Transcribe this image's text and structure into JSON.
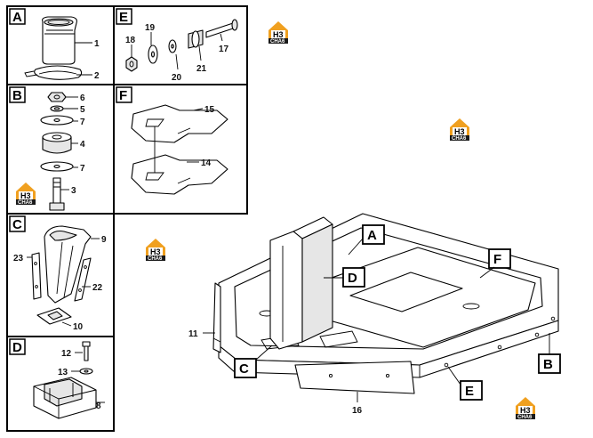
{
  "panels": [
    {
      "letter": "A",
      "callouts": [
        "1",
        "2"
      ]
    },
    {
      "letter": "B",
      "callouts": [
        "6",
        "5",
        "7",
        "4",
        "7",
        "3"
      ]
    },
    {
      "letter": "C",
      "callouts": [
        "9",
        "23",
        "22",
        "10"
      ]
    },
    {
      "letter": "D",
      "callouts": [
        "12",
        "13",
        "8"
      ]
    },
    {
      "letter": "E",
      "callouts": [
        "18",
        "19",
        "20",
        "21",
        "17"
      ]
    },
    {
      "letter": "F",
      "callouts": [
        "15",
        "14"
      ]
    }
  ],
  "main_view": {
    "labels": [
      "A",
      "D",
      "F",
      "B",
      "E",
      "C"
    ],
    "callouts": [
      "11",
      "16"
    ]
  },
  "watermark": {
    "top": "H3",
    "bottom": "CHA6",
    "color": "#f0a020"
  }
}
